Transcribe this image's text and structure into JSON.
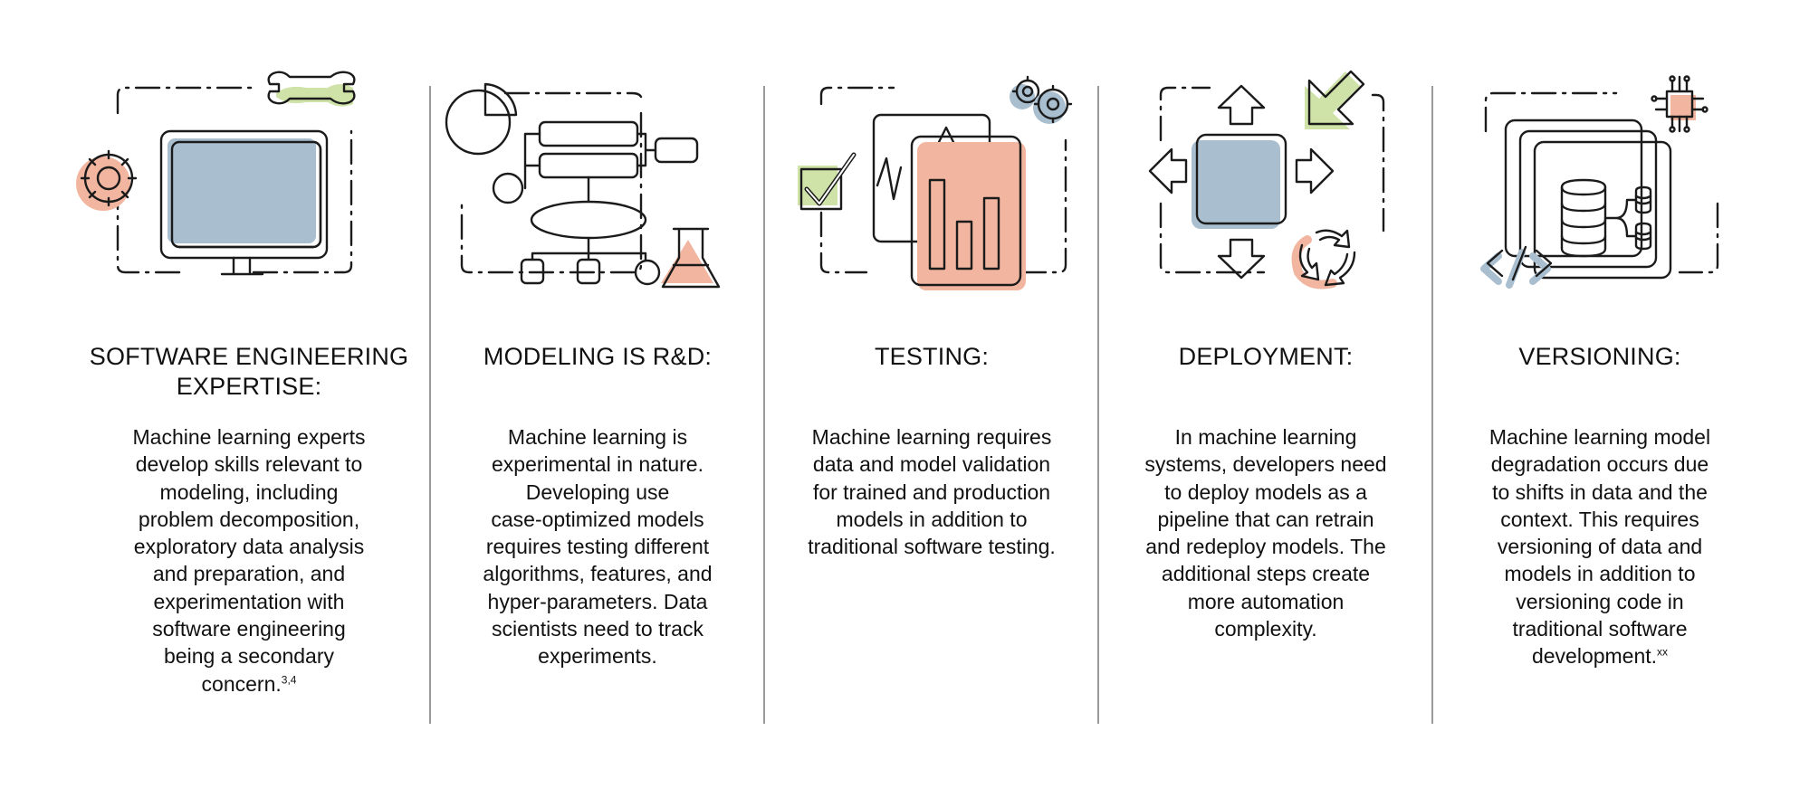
{
  "colors": {
    "blue": "#a9bfd0",
    "green": "#cfe3a8",
    "salmon": "#f2b6a0",
    "ink": "#1b1b1b",
    "divider": "#9a9a9a"
  },
  "panels": [
    {
      "icons": [
        "gear-icon",
        "wrench-icon",
        "monitor-icon"
      ],
      "title_lines": [
        "SOFTWARE ENGINEERING",
        "EXPERTISE:"
      ],
      "desc_lines": [
        "Machine learning experts",
        "develop skills relevant to",
        "modeling, including",
        "problem decomposition,",
        "exploratory data analysis",
        "and preparation, and",
        "experimentation with",
        "software engineering",
        "being a secondary",
        "concern."
      ],
      "footnote": "3,4"
    },
    {
      "icons": [
        "pie-chart-icon",
        "flowchart-icon",
        "flask-icon"
      ],
      "title_lines": [
        "MODELING IS R&D:"
      ],
      "desc_lines": [
        "Machine learning is",
        "experimental in nature.",
        "Developing use",
        "case-optimized models",
        "requires testing different",
        "algorithms, features, and",
        "hyper-parameters. Data",
        "scientists need to track",
        "experiments."
      ]
    },
    {
      "icons": [
        "checkbox-icon",
        "bar-chart-icon",
        "gears-icon"
      ],
      "title_lines": [
        "TESTING:"
      ],
      "desc_lines": [
        "Machine learning requires",
        "data and model validation",
        "for trained and production",
        "models in addition to",
        "traditional software testing."
      ]
    },
    {
      "icons": [
        "arrows-icon",
        "module-icon",
        "refresh-icon"
      ],
      "title_lines": [
        "DEPLOYMENT:"
      ],
      "desc_lines": [
        "In machine learning",
        "systems, developers need",
        "to deploy models as a",
        "pipeline that can retrain",
        "and redeploy models. The",
        "additional steps create",
        "more automation",
        "complexity."
      ]
    },
    {
      "icons": [
        "chip-icon",
        "database-icon",
        "code-icon"
      ],
      "title_lines": [
        "VERSIONING:"
      ],
      "desc_lines": [
        "Machine learning model",
        "degradation occurs due",
        "to shifts in data and the",
        "context. This requires",
        "versioning of data and",
        "models in addition to",
        "versioning code in",
        "traditional software",
        "development."
      ],
      "footnote": "xx"
    }
  ]
}
